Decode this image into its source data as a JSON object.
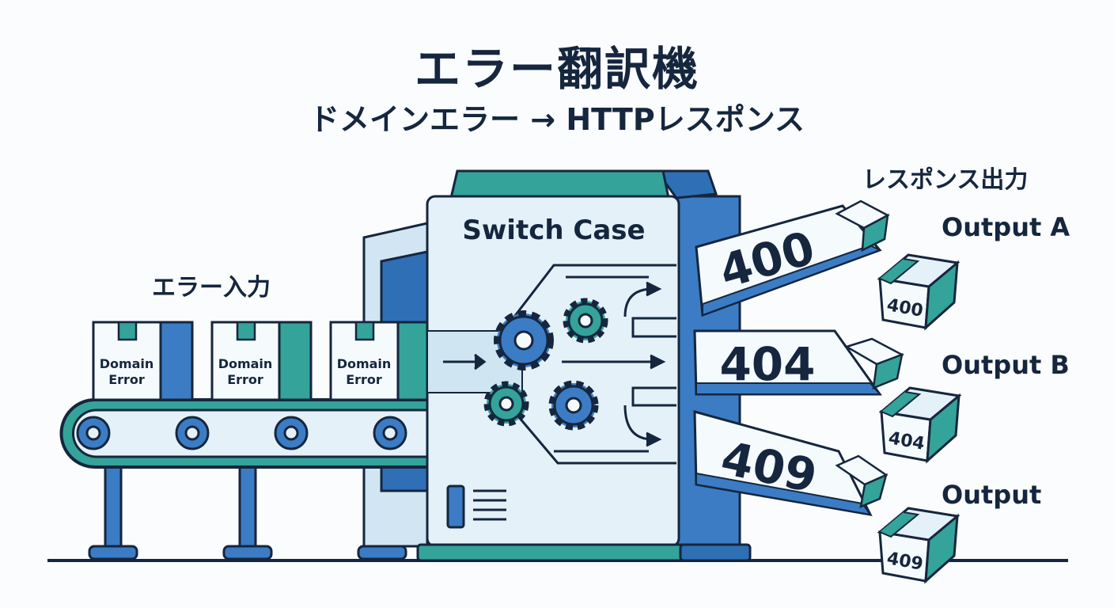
{
  "title": "エラー翻訳機",
  "subtitle": "ドメインエラー → HTTPレスポンス",
  "input_label": "エラー入力",
  "machine_label": "Switch Case",
  "output_header": "レスポンス出力",
  "input_boxes": [
    {
      "line1": "Domain",
      "line2": "Error"
    },
    {
      "line1": "Domain",
      "line2": "Error"
    },
    {
      "line1": "Domain",
      "line2": "Error"
    }
  ],
  "outputs": [
    {
      "code": "400",
      "label": "Output A",
      "box_code": "400"
    },
    {
      "code": "404",
      "label": "Output B",
      "box_code": "404"
    },
    {
      "code": "409",
      "label": "Output",
      "box_code": "409"
    }
  ],
  "colors": {
    "navy": "#15263e",
    "blue": "#3b7cc4",
    "teal": "#34a39a",
    "light": "#e4f1f8"
  }
}
